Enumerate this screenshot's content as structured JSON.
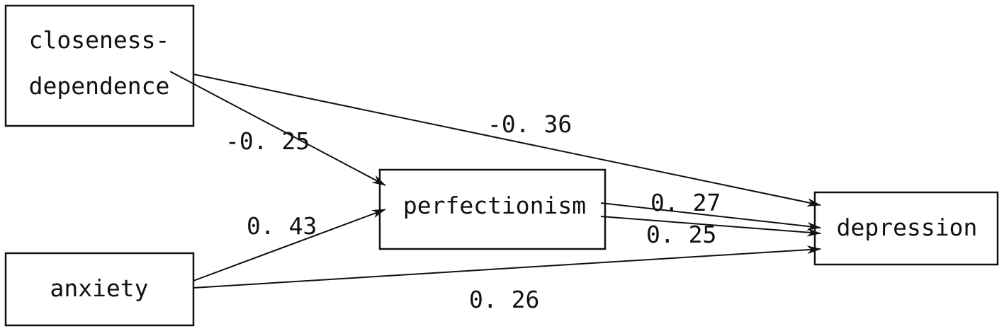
{
  "nodes": {
    "closeness_dependence": {
      "line1": "closeness-",
      "line2": "dependence"
    },
    "anxiety": {
      "label": "anxiety"
    },
    "perfectionism": {
      "label": "perfectionism"
    },
    "depression": {
      "label": "depression"
    }
  },
  "paths": {
    "closeness_to_perfectionism": "-0. 25",
    "closeness_to_depression": "-0. 36",
    "anxiety_to_perfectionism": "0. 43",
    "anxiety_to_depression": "0. 26",
    "perfectionism_to_depression_a": "0. 27",
    "perfectionism_to_depression_b": "0. 25"
  }
}
